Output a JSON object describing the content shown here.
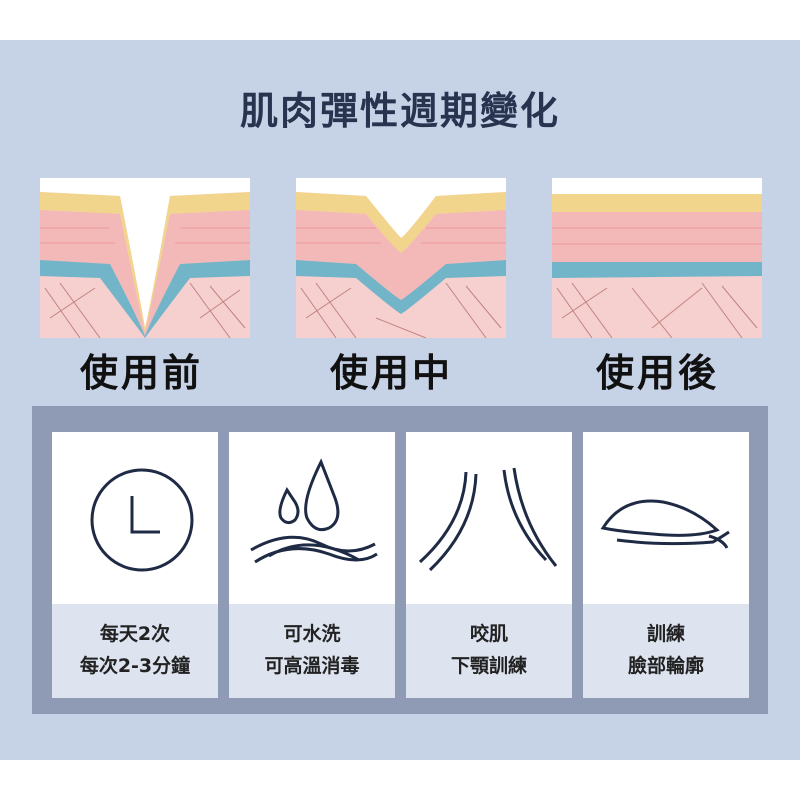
{
  "title": "肌肉彈性週期變化",
  "stages": [
    {
      "label": "使用前"
    },
    {
      "label": "使用中"
    },
    {
      "label": "使用後"
    }
  ],
  "features": [
    {
      "icon": "clock-icon",
      "line1": "每天2次",
      "line2": "每次2-3分鐘"
    },
    {
      "icon": "water-drop-icon",
      "line1": "可水洗",
      "line2": "可高溫消毒"
    },
    {
      "icon": "bite-lines-icon",
      "line1": "咬肌",
      "line2": "下顎訓練"
    },
    {
      "icon": "face-contour-icon",
      "line1": "訓練",
      "line2": "臉部輪廓"
    }
  ],
  "colors": {
    "panel_bg": "#c6d2e6",
    "title_text": "#27334f",
    "skin_outer": "#f2d58d",
    "skin_middle": "#f3b8b8",
    "skin_cells": "#e97f7f",
    "basal_cells": "#5ab0c8",
    "dermis": "#f6cfcf",
    "fibers": "#b4706a"
  }
}
